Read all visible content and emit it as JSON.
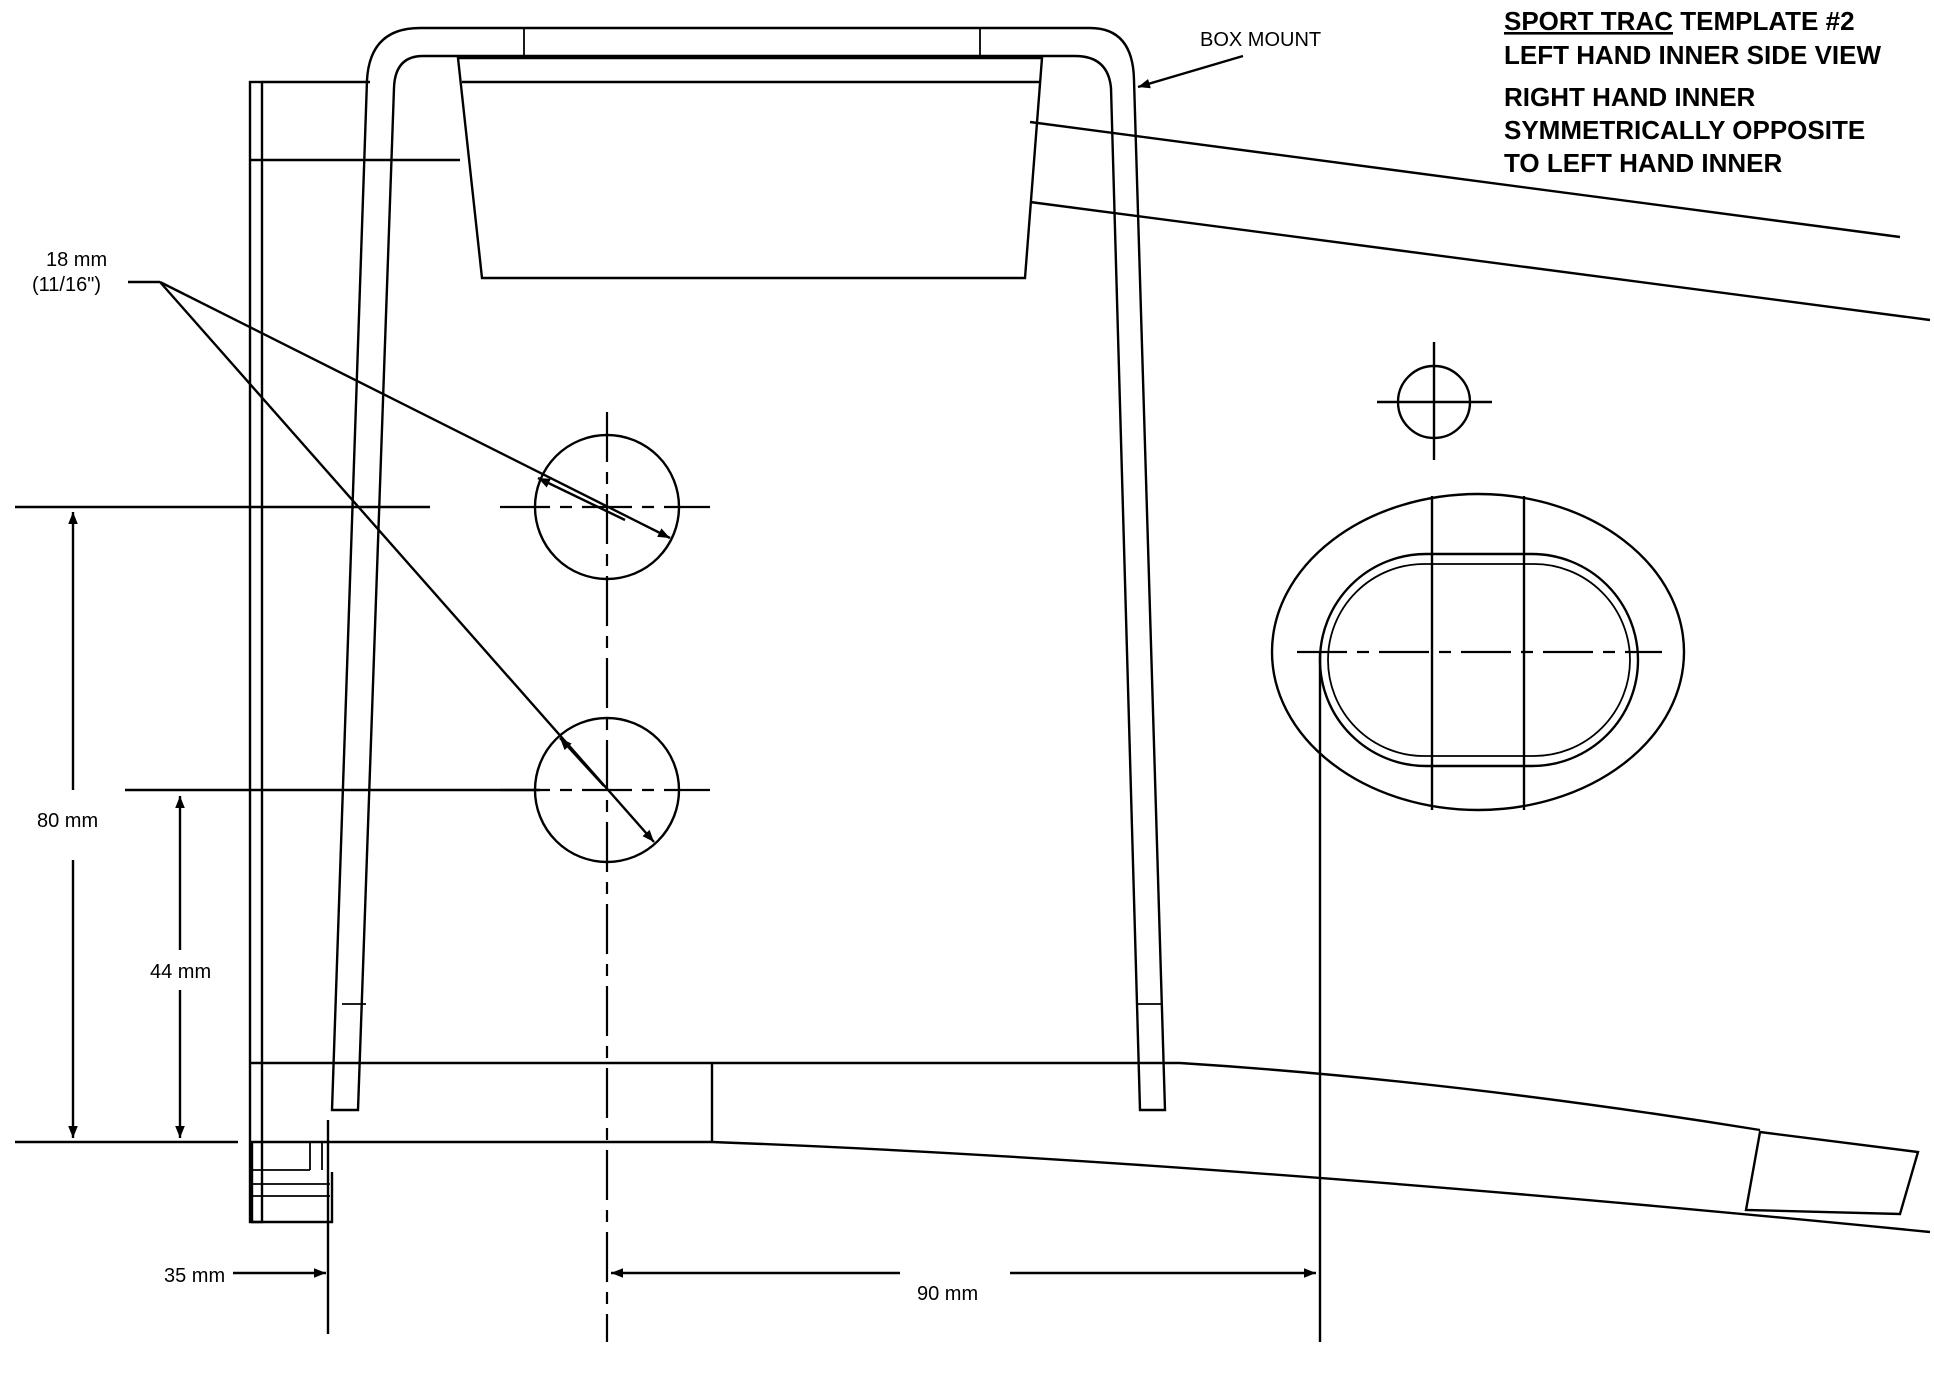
{
  "labels": {
    "box_mount": "BOX MOUNT",
    "hole_dia_mm": "18 mm",
    "hole_dia_in": "(11/16\")",
    "dim_80": "80 mm",
    "dim_44": "44 mm",
    "dim_35": "35 mm",
    "dim_90": "90 mm"
  },
  "title": {
    "line1_underlined": "SPORT TRAC",
    "line1_rest": " TEMPLATE #2",
    "line2": "LEFT HAND INNER SIDE VIEW",
    "line3": "RIGHT HAND INNER",
    "line4": "SYMMETRICALLY OPPOSITE",
    "line5": "TO LEFT HAND INNER"
  }
}
